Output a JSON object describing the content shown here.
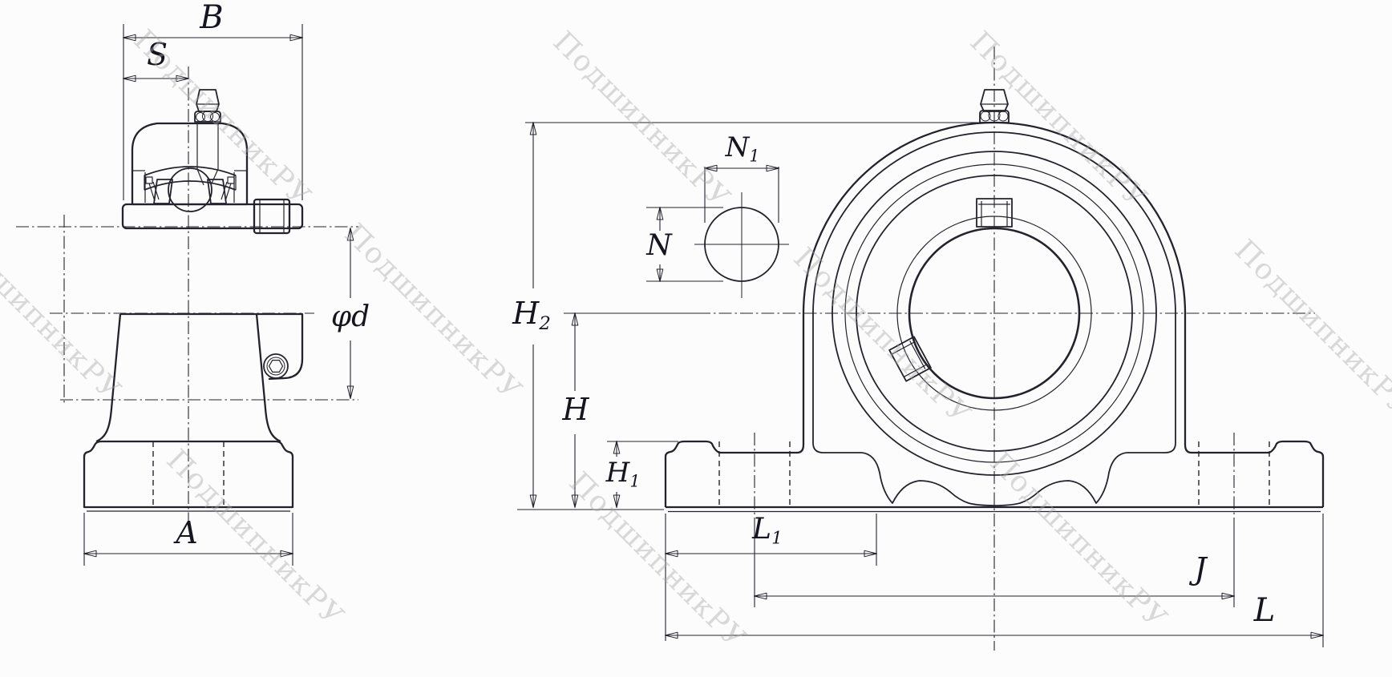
{
  "watermark": {
    "text": "ПодшипникРУ"
  },
  "colors": {
    "line": "#23232b",
    "housing_fill": "#d9ecf9",
    "ring_fill": "#b7d9f1",
    "sleeve_fill": "#cfe7f8",
    "collar_fill": "#bfdef4",
    "watermark": "#a8a8a8"
  },
  "labels": {
    "B": {
      "main": "B",
      "sub": ""
    },
    "S": {
      "main": "S",
      "sub": ""
    },
    "phi_d": {
      "main": "φd",
      "sub": ""
    },
    "A": {
      "main": "A",
      "sub": ""
    },
    "H2": {
      "main": "H",
      "sub": "2"
    },
    "N1": {
      "main": "N",
      "sub": "1"
    },
    "N": {
      "main": "N",
      "sub": ""
    },
    "H": {
      "main": "H",
      "sub": ""
    },
    "H1": {
      "main": "H",
      "sub": "1"
    },
    "L1": {
      "main": "L",
      "sub": "1"
    },
    "J": {
      "main": "J",
      "sub": ""
    },
    "L": {
      "main": "L",
      "sub": ""
    }
  }
}
